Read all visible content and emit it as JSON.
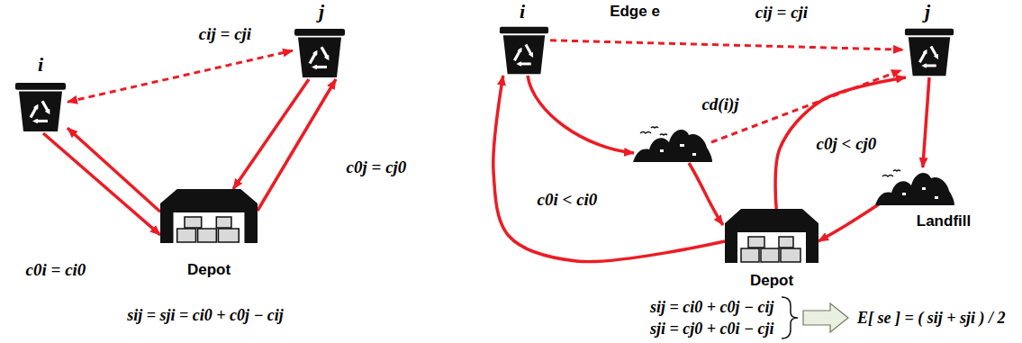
{
  "diagram": {
    "nodes": [
      {
        "text": [
          "i"
        ]
      },
      {
        "text": [
          "j"
        ]
      },
      {
        "text": [
          "Depot"
        ]
      },
      {
        "text": [
          "i"
        ]
      },
      {
        "text": [
          "j"
        ]
      },
      {
        "text": [
          "Landfill"
        ]
      },
      {
        "text": [
          "Depot"
        ]
      }
    ],
    "edges": [
      {
        "from": 0,
        "to": 1,
        "arrow": "both",
        "label": "cij = cji"
      },
      {
        "from": 0,
        "to": 2,
        "arrow": "to",
        "label": "c0i = ci0"
      },
      {
        "from": 2,
        "to": 0,
        "arrow": "to"
      },
      {
        "from": 2,
        "to": 1,
        "arrow": "to",
        "label": "c0j = cj0"
      },
      {
        "from": 1,
        "to": 2,
        "arrow": "to"
      },
      {
        "from": 3,
        "to": 4,
        "arrow": "to",
        "label": "cij = cji"
      },
      {
        "from": 6,
        "to": 3,
        "arrow": "to",
        "label": "c0i < ci0"
      },
      {
        "from": 6,
        "to": 4,
        "arrow": "to",
        "label": "c0j < cj0"
      },
      {
        "from": 4,
        "to": 5,
        "arrow": "to"
      },
      {
        "from": 5,
        "to": 6,
        "arrow": "to"
      }
    ],
    "labels": [
      "Edge e",
      "cd(i)j",
      "sij = sji = ci0 + c0j − cij",
      "sij = ci0 + c0j − cij",
      "sji = cj0 + c0i − cji",
      "E[ se ] = ( sij + sji ) / 2"
    ]
  }
}
